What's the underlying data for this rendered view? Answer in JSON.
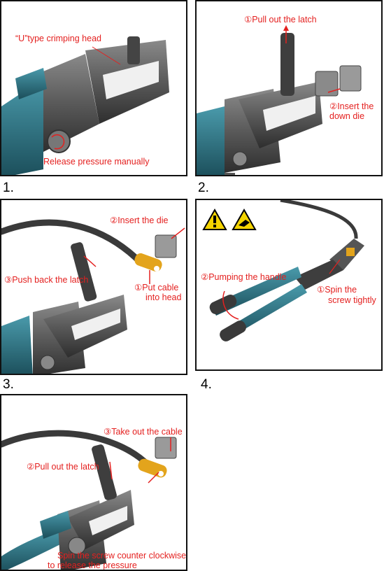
{
  "colors": {
    "label_red": "#e4201f",
    "tool_teal": "#2c6e7d",
    "tool_gray": "#5a5a5a",
    "cable_dark": "#3a3a3a",
    "lug_orange": "#e3a41c",
    "warning_yellow": "#f4d400"
  },
  "steps": [
    {
      "number": "1.",
      "labels": [
        "“U”type crimping head",
        "Release pressure manually"
      ]
    },
    {
      "number": "2.",
      "labels": [
        "①Pull out the latch",
        "②Insert the",
        "down die"
      ]
    },
    {
      "number": "3.",
      "labels": [
        "②Insert the die",
        "③Push back the latch",
        "①Put cable",
        "into head"
      ]
    },
    {
      "number": "4.",
      "labels": [
        "②Pumping the handle",
        "①Spin the",
        "screw tightly"
      ],
      "icons": [
        "warning-triangle-icon",
        "hand-crush-warning-icon"
      ]
    },
    {
      "number": "",
      "labels": [
        "③Take out the cable",
        "②Pull out the latch",
        "Spin the screw counter clockwise",
        "to release the pressure"
      ]
    }
  ]
}
